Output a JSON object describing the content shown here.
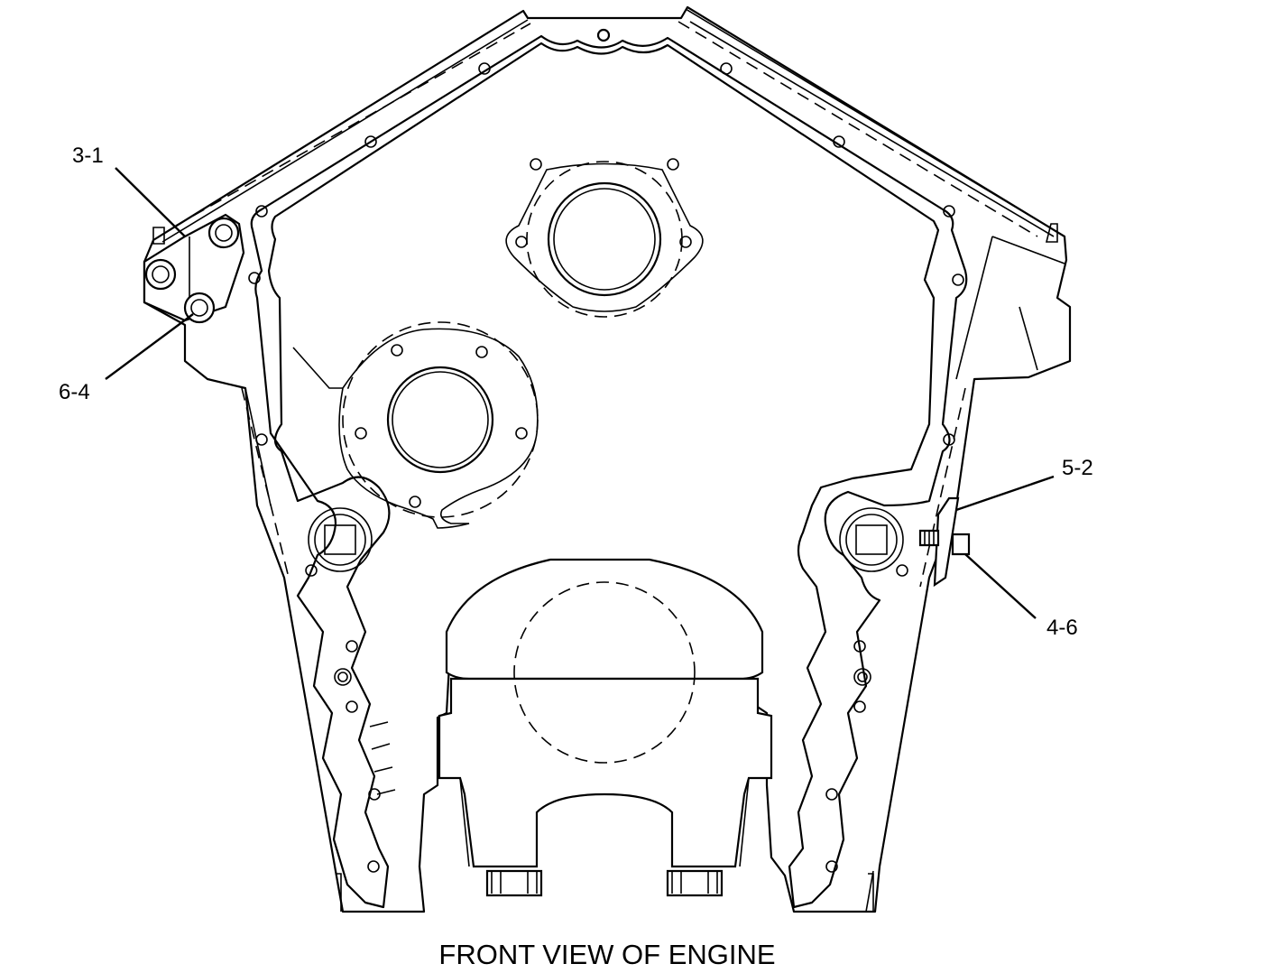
{
  "callouts": {
    "c31": "3-1",
    "c64": "6-4",
    "c52": "5-2",
    "c46": "4-6"
  },
  "caption": "FRONT VIEW OF ENGINE"
}
